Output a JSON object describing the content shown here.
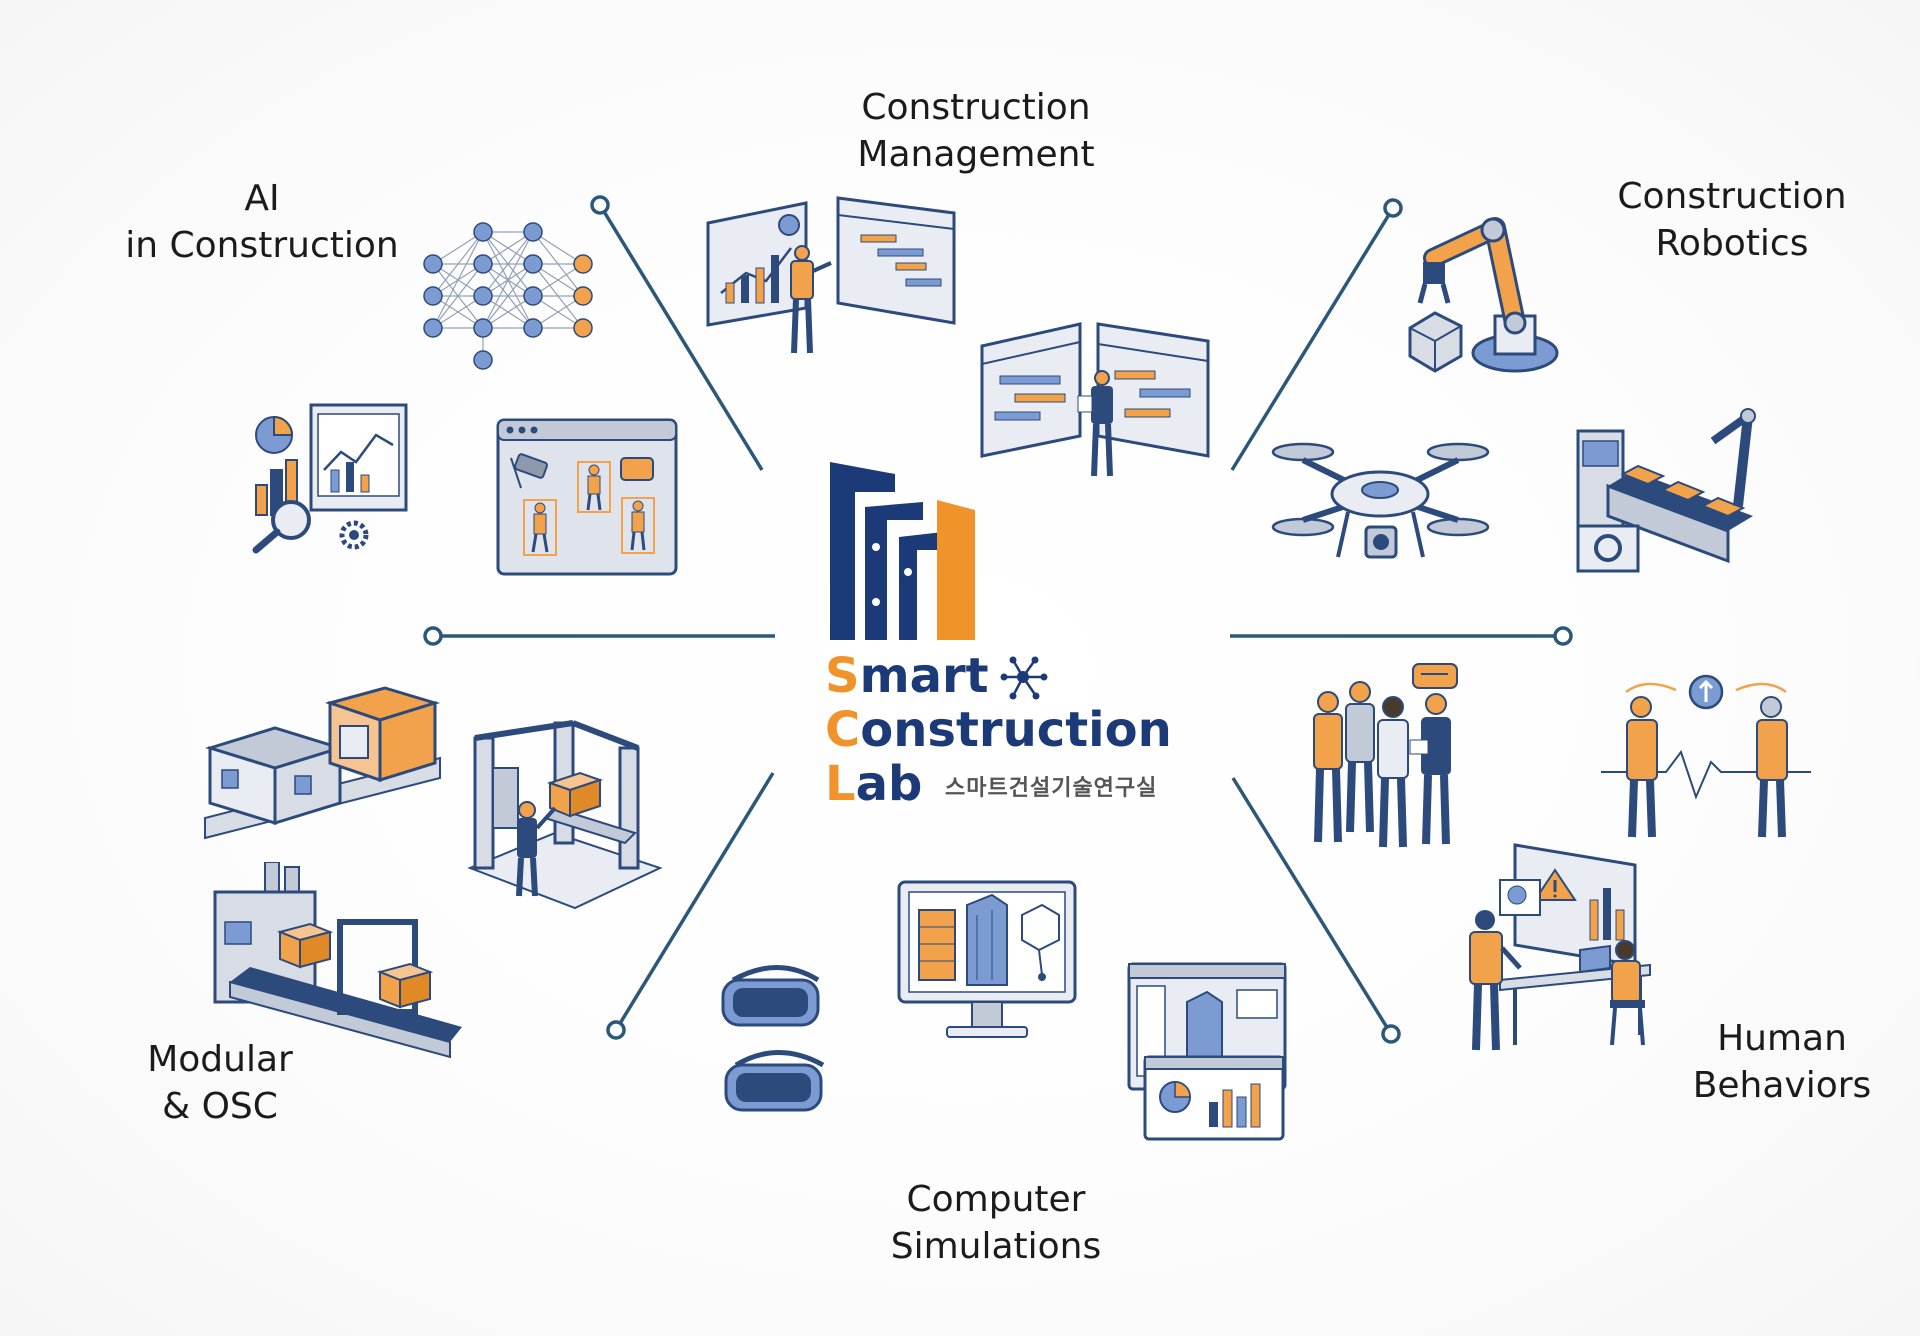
{
  "center": {
    "line1_first": "S",
    "line1_rest": "mart",
    "line2_first": "C",
    "line2_rest": "onstruction",
    "line3_first": "L",
    "line3_rest": "ab",
    "korean": "스마트건설기술연구실",
    "colors": {
      "navy": "#1d3a78",
      "orange": "#f0932b"
    }
  },
  "topics": {
    "construction_management": {
      "line1": "Construction",
      "line2": "Management"
    },
    "ai_in_construction": {
      "line1": "AI",
      "line2": "in Construction"
    },
    "construction_robotics": {
      "line1": "Construction",
      "line2": "Robotics"
    },
    "modular_osc": {
      "line1": "Modular",
      "line2": "& OSC"
    },
    "human_behaviors": {
      "line1": "Human",
      "line2": "Behaviors"
    },
    "computer_simulations": {
      "line1": "Computer",
      "line2": "Simulations"
    }
  },
  "colors": {
    "connector": "#2b5878",
    "navy": "#2c4a7c",
    "orange": "#e8922e",
    "gray": "#c9ced6"
  }
}
